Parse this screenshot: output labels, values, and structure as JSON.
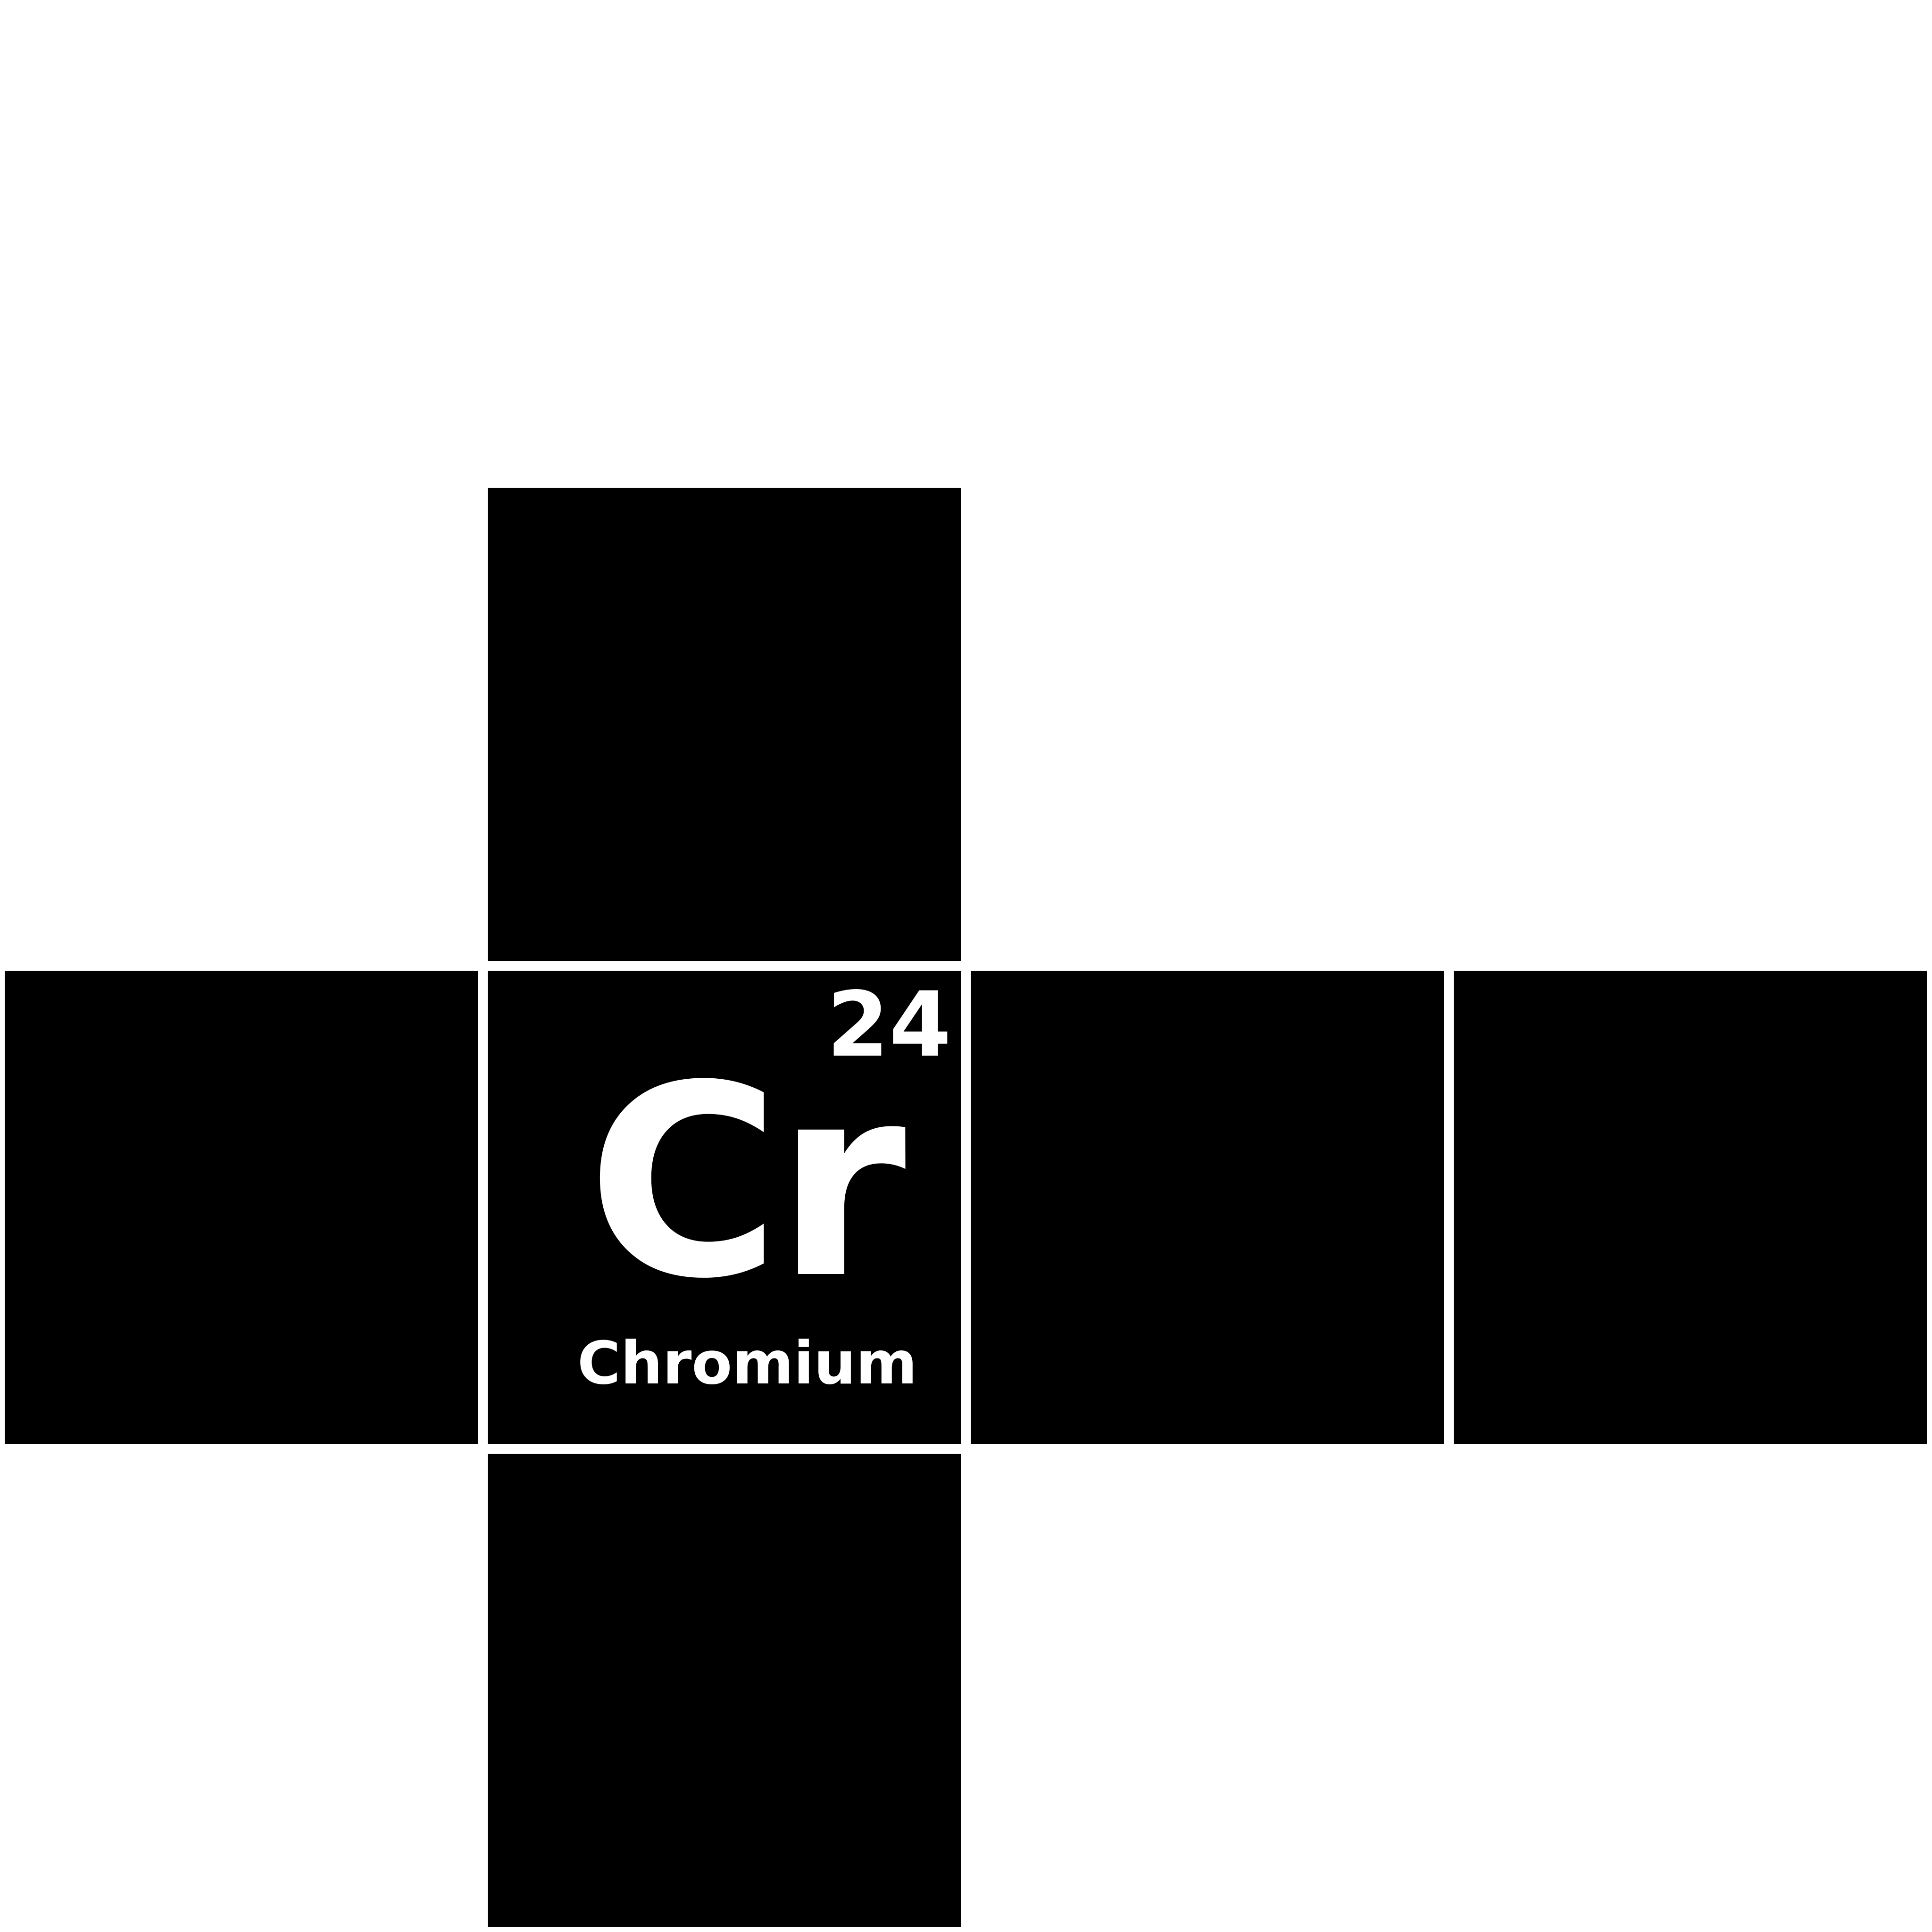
{
  "element": {
    "atomic_number": "24",
    "symbol": "Cr",
    "name": "Chromium"
  },
  "colors": {
    "tile": "#000000",
    "text": "#ffffff",
    "background": "#ffffff"
  }
}
